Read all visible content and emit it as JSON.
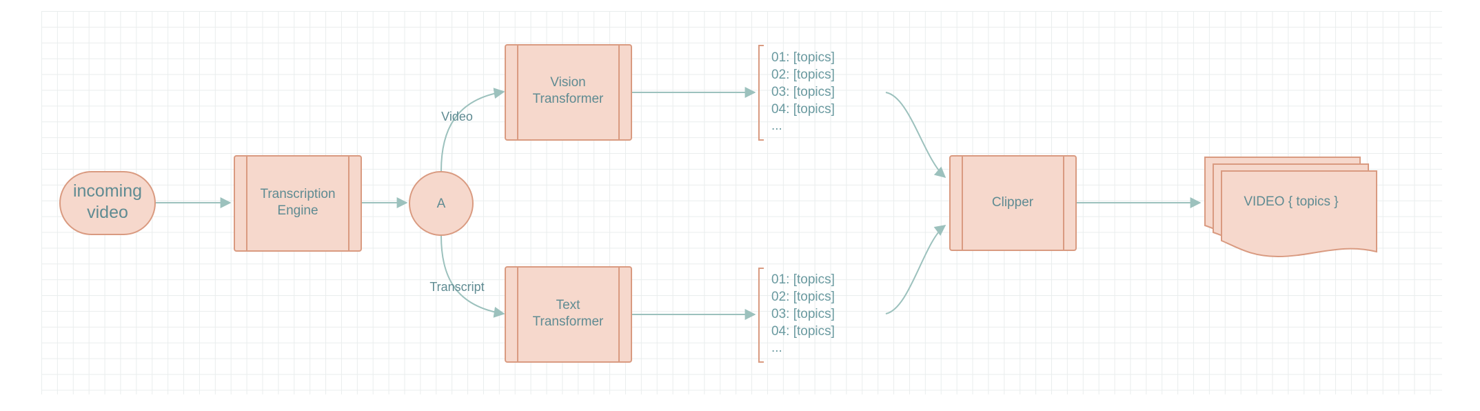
{
  "colors": {
    "node_fill": "#f6d8cc",
    "node_stroke": "#d99a80",
    "connector": "#9cc1bd",
    "text": "#5f8b92"
  },
  "nodes": {
    "incoming_video": {
      "line1": "incoming",
      "line2": "video"
    },
    "transcription_engine": {
      "line1": "Transcription",
      "line2": "Engine"
    },
    "junction": {
      "label": "A"
    },
    "vision_transformer": {
      "line1": "Vision",
      "line2": "Transformer"
    },
    "text_transformer": {
      "line1": "Text",
      "line2": "Transformer"
    },
    "clipper": {
      "label": "Clipper"
    },
    "output_documents": {
      "label": "VIDEO { topics }"
    }
  },
  "edge_labels": {
    "video": "Video",
    "transcript": "Transcript"
  },
  "topic_lists": {
    "vision": [
      "01: [topics]",
      "02: [topics]",
      "03: [topics]",
      "04: [topics]",
      "..."
    ],
    "text": [
      "01: [topics]",
      "02: [topics]",
      "03: [topics]",
      "04: [topics]",
      "..."
    ]
  }
}
